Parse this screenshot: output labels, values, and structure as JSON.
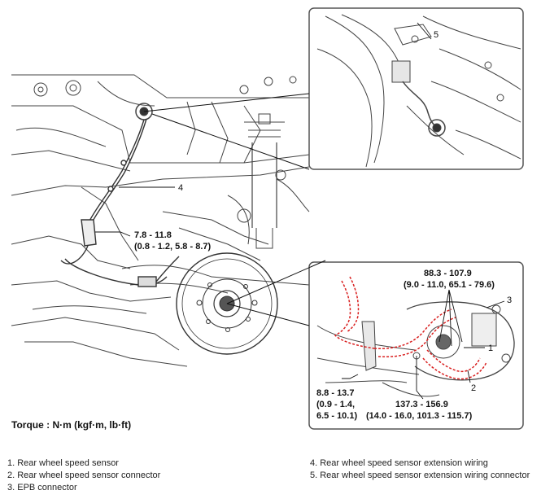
{
  "callouts": {
    "c1": "1",
    "c2": "2",
    "c3": "3",
    "c4": "4",
    "c5": "5"
  },
  "torque_specs": {
    "sensor_bolt": {
      "line1": "7.8 - 11.8",
      "line2": "(0.8 - 1.2, 5.8 - 8.7)"
    },
    "hub_nut": {
      "line1": "88.3 - 107.9",
      "line2": "(9.0 - 11.0, 65.1 - 79.6)"
    },
    "small_bolt": {
      "line1": "8.8 - 13.7",
      "line2": "(0.9 - 1.4,",
      "line3": "6.5 - 10.1)"
    },
    "knuckle_bolt": {
      "line1": "137.3 - 156.9",
      "line2": "(14.0 - 16.0, 101.3 - 115.7)"
    }
  },
  "torque_unit": "Torque : N·m (kgf·m, lb·ft)",
  "legend": [
    "1. Rear wheel speed sensor",
    "2. Rear wheel speed sensor connector",
    "3. EPB connector",
    "4. Rear wheel speed sensor extension wiring",
    "5. Rear wheel speed sensor extension wiring connector"
  ],
  "colors": {
    "line": "#333333",
    "leader": "#111111",
    "highlight": "#d92020",
    "frame": "#555555"
  }
}
